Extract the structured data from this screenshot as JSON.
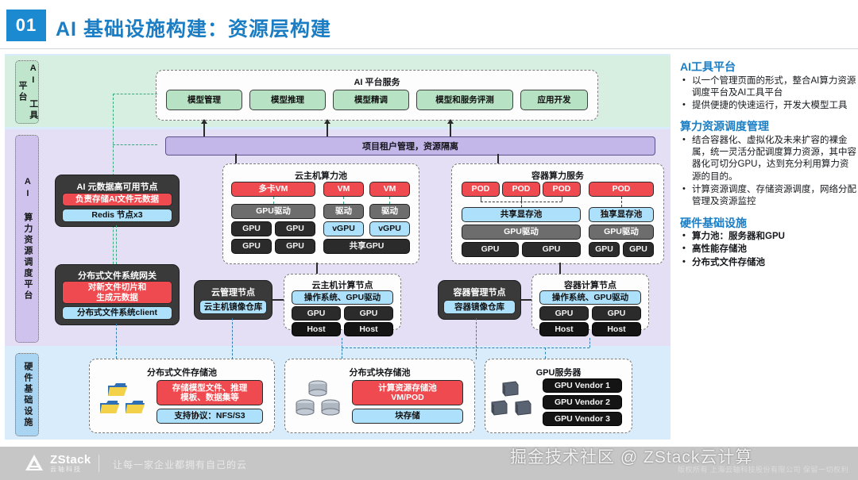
{
  "header": {
    "number": "01",
    "title": "AI 基础设施构建：资源层构建"
  },
  "bands": {
    "tool_label": "AI 工具平台",
    "sched_label": "AI 算力资源调度平台",
    "hw_label": "硬件基础设施"
  },
  "ai_platform": {
    "title": "AI 平台服务",
    "services": [
      "模型管理",
      "模型推理",
      "模型精调",
      "模型和服务评测",
      "应用开发"
    ]
  },
  "tenant_bar": "项目租户管理，资源隔离",
  "meta_node": {
    "title": "AI 元数据高可用节点",
    "red": "负责存储AI文件元数据",
    "blue": "Redis 节点x3"
  },
  "fs_gateway": {
    "title": "分布式文件系统网关",
    "red": "对新文件切片和\n生成元数据",
    "red_line1": "对新文件切片和",
    "red_line2": "生成元数据",
    "blue": "分布式文件系统client"
  },
  "vm_pool": {
    "title": "云主机算力池",
    "vm_multi": "多卡VM",
    "vm_a": "VM",
    "vm_b": "VM",
    "driver_gpu": "GPU驱动",
    "driver_a": "驱动",
    "driver_b": "驱动",
    "gpu": "GPU",
    "vgpu": "vGPU",
    "shared_gpu": "共享GPU"
  },
  "container_pool": {
    "title": "容器算力服务",
    "pod": "POD",
    "shared_mem": "共享显存池",
    "exclusive_mem": "独享显存池",
    "gpu_driver": "GPU驱动",
    "gpu": "GPU"
  },
  "cloud_mgmt": {
    "title": "云管理节点",
    "repo": "云主机镜像仓库"
  },
  "vm_node": {
    "title": "云主机计算节点",
    "os": "操作系统、GPU驱动",
    "gpu": "GPU",
    "host": "Host"
  },
  "container_mgmt": {
    "title": "容器管理节点",
    "repo": "容器镜像仓库"
  },
  "container_node": {
    "title": "容器计算节点",
    "os": "操作系统、GPU驱动",
    "gpu": "GPU",
    "host": "Host"
  },
  "file_store": {
    "title": "分布式文件存储池",
    "red_line1": "存储模型文件、推理",
    "red_line2": "模板、数据集等",
    "blue": "支持协议：NFS/S3"
  },
  "block_store": {
    "title": "分布式块存储池",
    "red_line1": "计算资源存储池",
    "red_line2": "VM/POD",
    "blue": "块存储"
  },
  "gpu_server": {
    "title": "GPU服务器",
    "vendors": [
      "GPU Vendor 1",
      "GPU Vendor 2",
      "GPU Vendor 3"
    ]
  },
  "right_panel": [
    {
      "heading": "AI工具平台",
      "bold": false,
      "items": [
        "以一个管理页面的形式，整合AI算力资源调度平台及AI工具平台",
        "提供便捷的快速运行，开发大模型工具"
      ]
    },
    {
      "heading": "算力资源调度管理",
      "bold": false,
      "items": [
        "结合容器化、虚拟化及未来扩容的裸金属，统一灵活分配调度算力资源，其中容器化可切分GPU，达到充分利用算力资源的目的。",
        "计算资源调度、存储资源调度，网络分配管理及资源监控"
      ]
    },
    {
      "heading": "硬件基础设施",
      "bold": true,
      "items": [
        "算力池：服务器和GPU",
        "高性能存储池",
        "分布式文件存储池"
      ]
    }
  ],
  "footer": {
    "logo_name": "ZStack",
    "logo_sub": "云轴科技",
    "slogan": "让每一家企业都拥有自己的云",
    "copyright": "版权所有 上海云轴科技股份有限公司 保留一切权利",
    "watermark": "掘金技术社区 @ ZStack云计算"
  },
  "colors": {
    "accent": "#1b7ec4",
    "badge": "#1b8ad1",
    "band_tool": "#d6efe0",
    "band_sched": "#e5dff5",
    "band_hw": "#d8ecfb",
    "red": "#ef4a4f",
    "blue": "#ade1fb",
    "green": "#b7e2c4",
    "dark": "#2b2b2b"
  }
}
